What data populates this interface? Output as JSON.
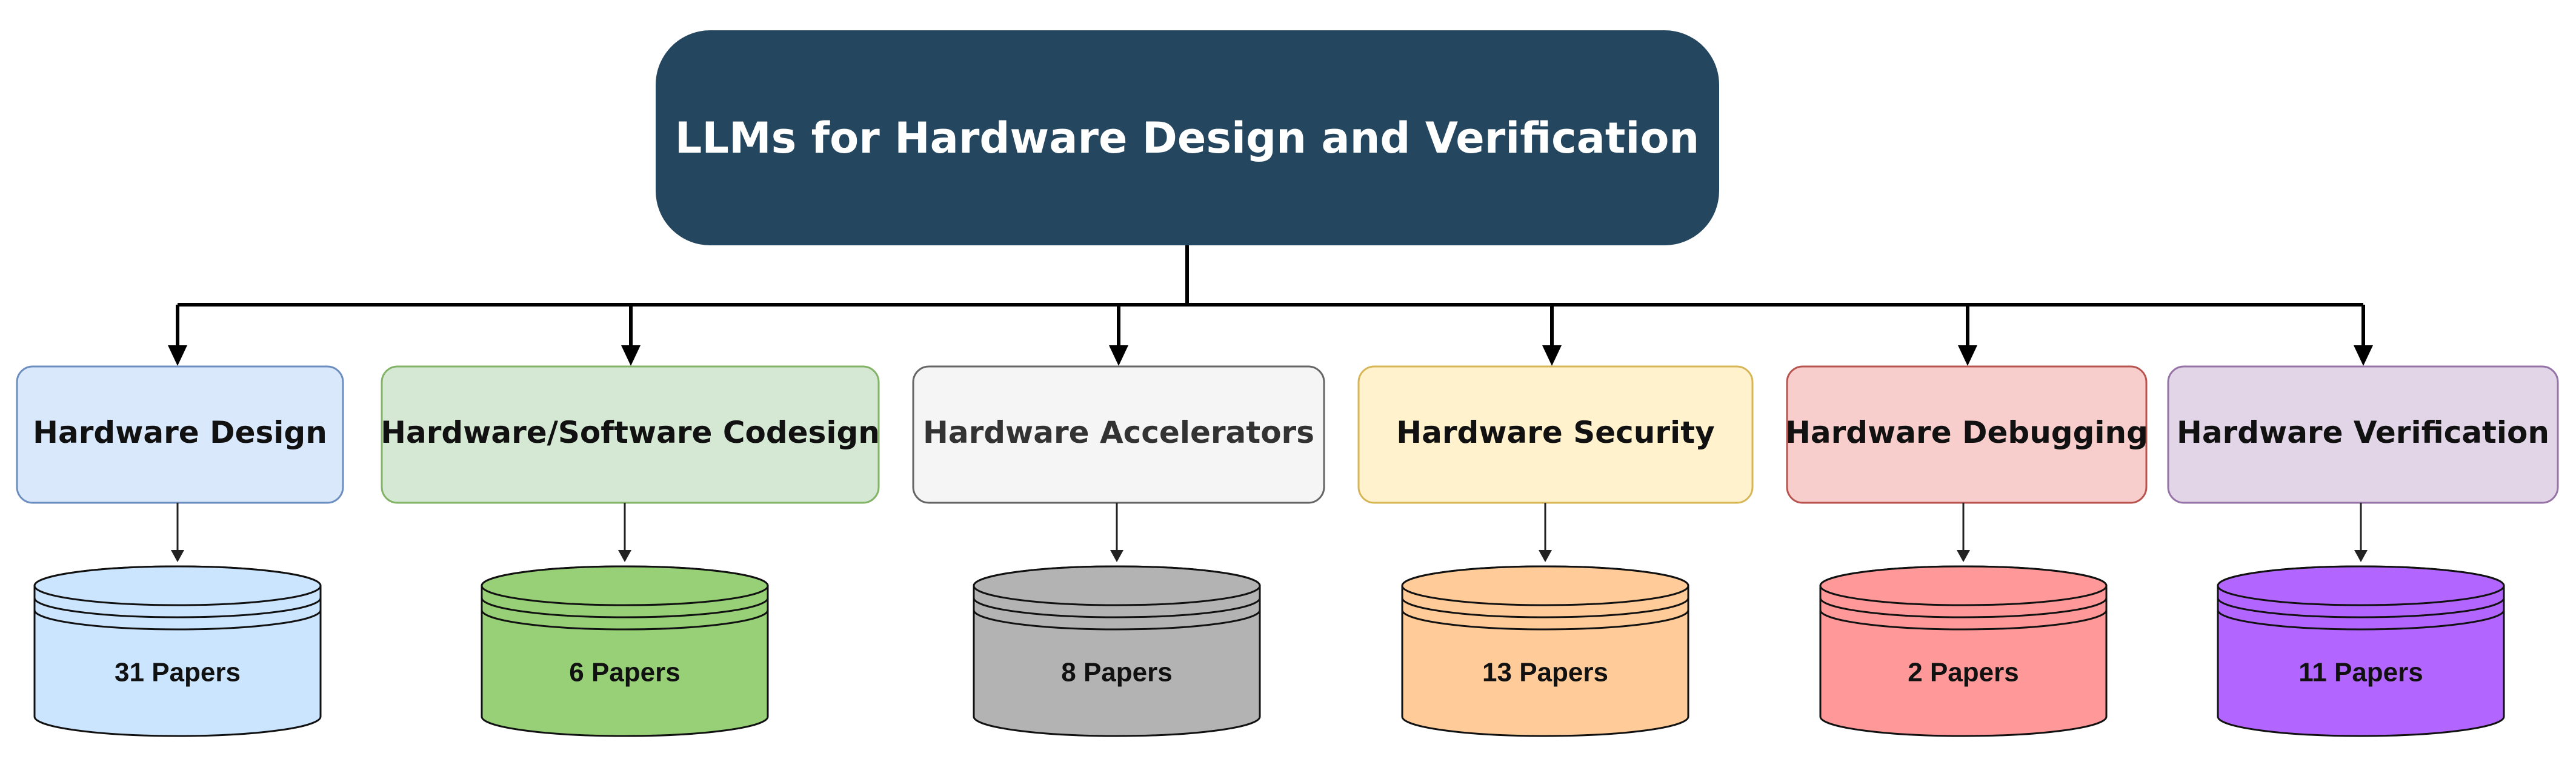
{
  "root": {
    "title": "LLMs for Hardware Design and Verification",
    "fill": "#24465f",
    "text_color": "#ffffff"
  },
  "categories": [
    {
      "label": "Hardware Design",
      "papers": "31 Papers",
      "box_fill": "#dae8fc",
      "box_stroke": "#6c8ebf",
      "text_color": "#111111",
      "db_fill": "#cce5ff"
    },
    {
      "label": "Hardware/Software Codesign",
      "papers": "6 Papers",
      "box_fill": "#d5e8d4",
      "box_stroke": "#82b366",
      "text_color": "#111111",
      "db_fill": "#97d077"
    },
    {
      "label": "Hardware Accelerators",
      "papers": "8 Papers",
      "box_fill": "#f5f5f5",
      "box_stroke": "#666666",
      "text_color": "#333333",
      "db_fill": "#b3b3b3"
    },
    {
      "label": "Hardware Security",
      "papers": "13 Papers",
      "box_fill": "#fff2cc",
      "box_stroke": "#d6b656",
      "text_color": "#111111",
      "db_fill": "#ffcc99"
    },
    {
      "label": "Hardware Debugging",
      "papers": "2 Papers",
      "box_fill": "#f8cecc",
      "box_stroke": "#b85450",
      "text_color": "#111111",
      "db_fill": "#ff9999"
    },
    {
      "label": "Hardware Verification",
      "papers": "11 Papers",
      "box_fill": "#e1d5e7",
      "box_stroke": "#9673a6",
      "text_color": "#111111",
      "db_fill": "#b266ff"
    }
  ]
}
